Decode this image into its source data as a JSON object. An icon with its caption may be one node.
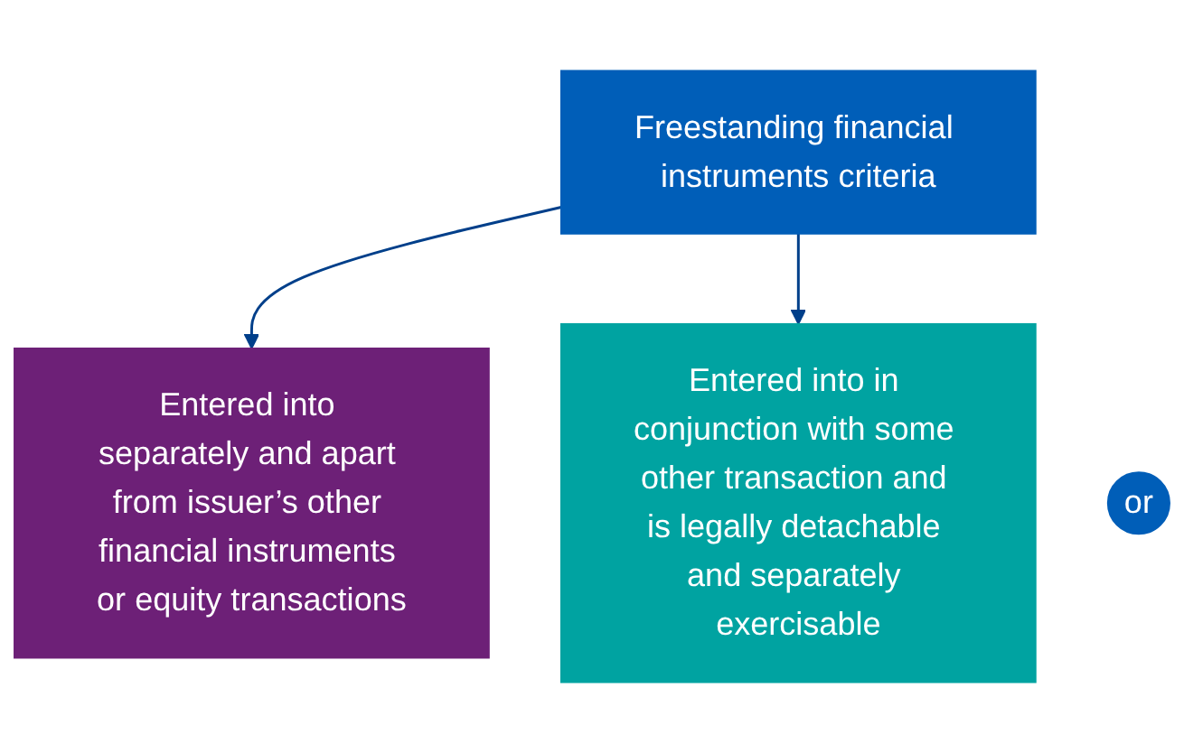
{
  "diagram": {
    "nodes": [
      {
        "text": [
          "Freestanding financial instruments criteria"
        ]
      },
      {
        "text": [
          "Entered into separately and apart from issuer’s other financial instruments or equity transactions"
        ]
      },
      {
        "text": [
          "or"
        ]
      },
      {
        "text": [
          "Entered into in conjunction with some other transaction and is legally detachable and separately exercisable"
        ]
      }
    ],
    "edges": [
      {
        "from": 0,
        "to": 1,
        "arrow": "to"
      },
      {
        "from": 0,
        "to": 3,
        "arrow": "to"
      }
    ]
  }
}
